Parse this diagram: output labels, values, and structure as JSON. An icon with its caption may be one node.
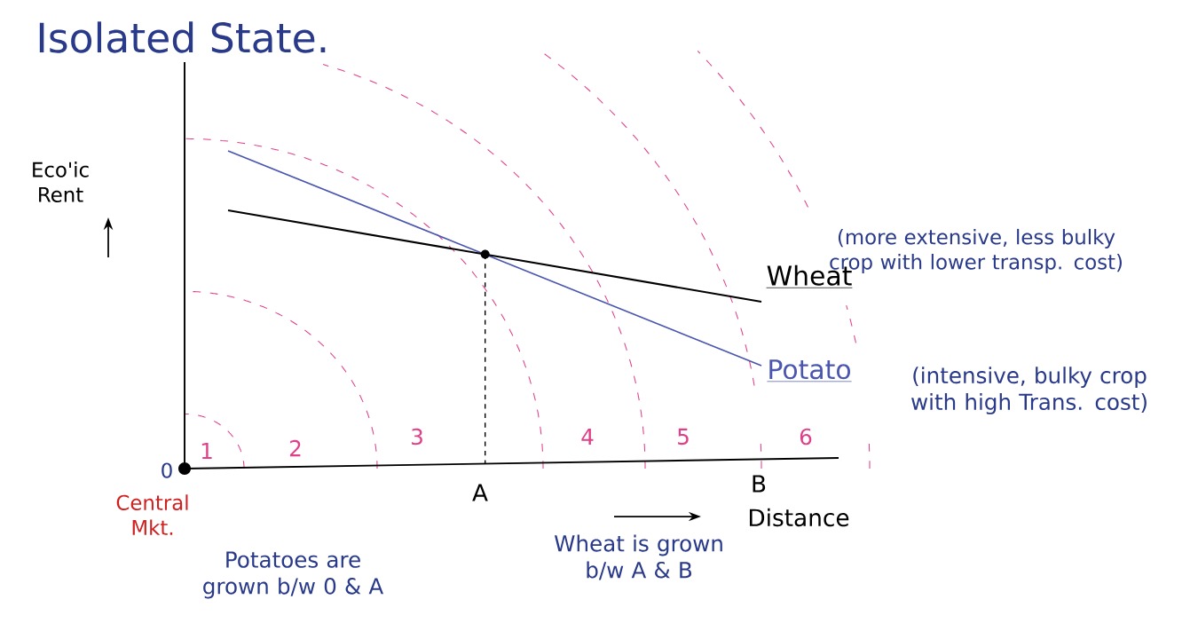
{
  "diagram": {
    "title": "Isolated State.",
    "labels": [
      "Eco'ic Rent",
      "(more extensive, less bulky crop with lower transp. cost)",
      "Wheat",
      "Potato",
      "(intensive, bulky crop with high Trans. cost)",
      "1",
      "2",
      "3",
      "4",
      "5",
      "6",
      "0",
      "A",
      "B",
      "Central Mkt.",
      "Distance",
      "Potatoes are grown b/w 0 & A",
      "Wheat is grown b/w A & B"
    ]
  }
}
